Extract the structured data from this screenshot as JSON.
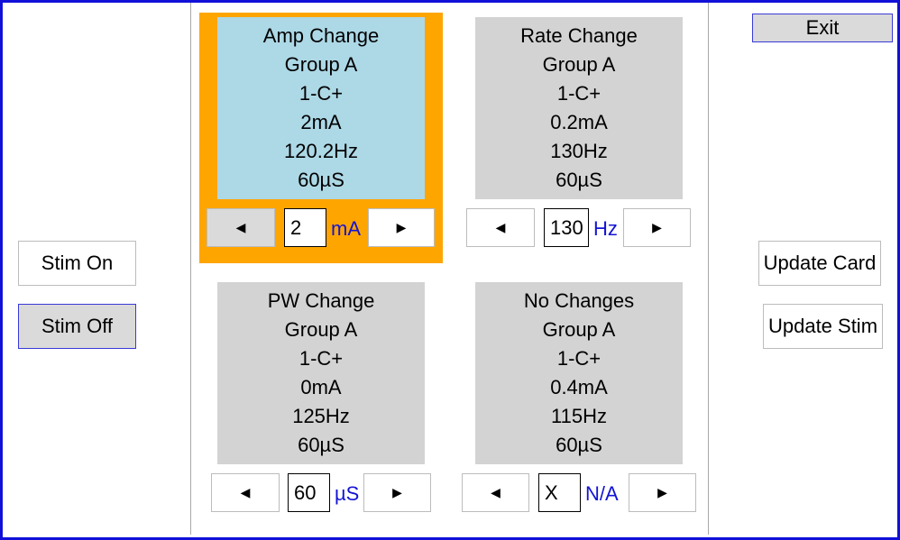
{
  "left": {
    "stim_on": "Stim On",
    "stim_off": "Stim Off"
  },
  "right": {
    "exit": "Exit",
    "update_card": "Update Card",
    "update_stim": "Update Stim"
  },
  "cards": [
    {
      "title": "Amp Change",
      "group": "Group A",
      "electrode": "1-C+",
      "amp": "2mA",
      "rate": "120.2Hz",
      "pw": "60µS",
      "value": "2",
      "unit": "mA"
    },
    {
      "title": "Rate Change",
      "group": "Group A",
      "electrode": "1-C+",
      "amp": "0.2mA",
      "rate": "130Hz",
      "pw": "60µS",
      "value": "130",
      "unit": "Hz"
    },
    {
      "title": "PW Change",
      "group": "Group A",
      "electrode": "1-C+",
      "amp": "0mA",
      "rate": "125Hz",
      "pw": "60µS",
      "value": "60",
      "unit": "µS"
    },
    {
      "title": "No Changes",
      "group": "Group A",
      "electrode": "1-C+",
      "amp": "0.4mA",
      "rate": "115Hz",
      "pw": "60µS",
      "value": "X",
      "unit": "N/A"
    }
  ],
  "icons": {
    "left": "◀",
    "right": "▶"
  }
}
